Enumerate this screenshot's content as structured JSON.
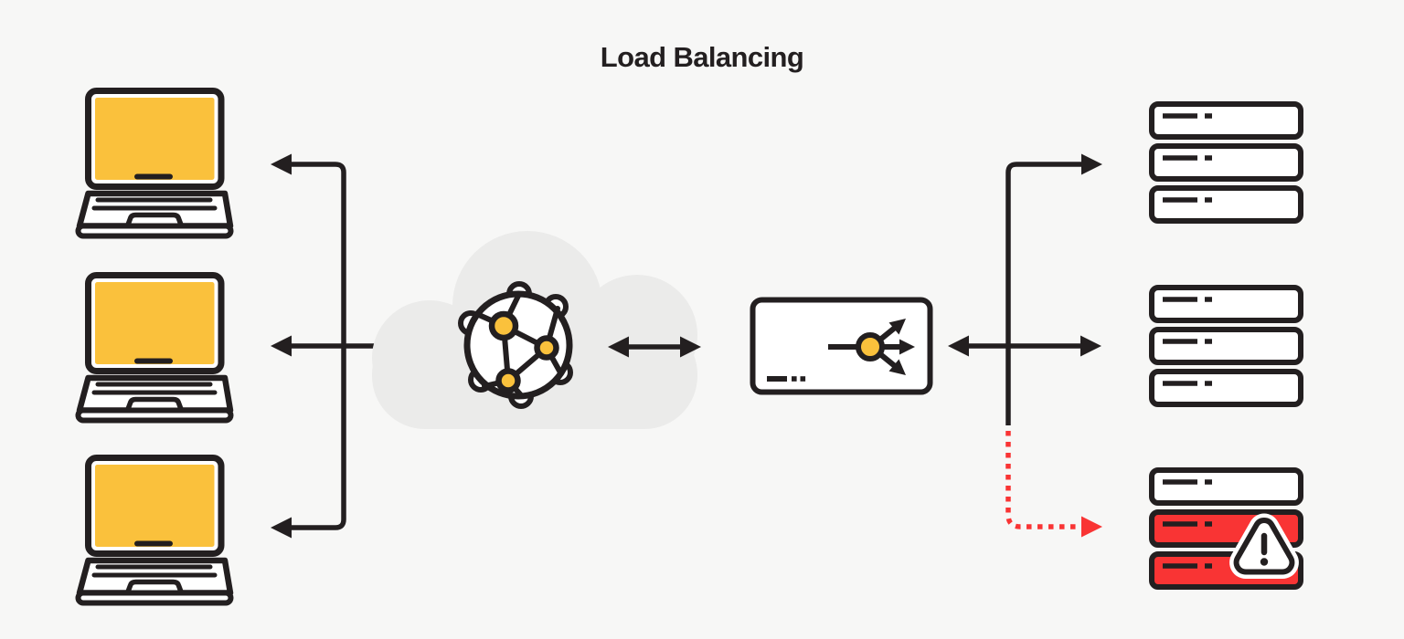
{
  "title": "Load Balancing",
  "colors": {
    "background": "#F7F7F6",
    "outline": "#231F20",
    "accent_yellow": "#FAC13C",
    "alert_red": "#F93434",
    "cloud_gray": "#EBEBEA",
    "white": "#FFFFFF"
  },
  "clients": [
    {
      "icon": "laptop-icon"
    },
    {
      "icon": "laptop-icon"
    },
    {
      "icon": "laptop-icon"
    }
  ],
  "internet": {
    "icon": "globe-network-icon",
    "container": "cloud-shape"
  },
  "load_balancer": {
    "icon": "traffic-distributor-icon"
  },
  "server_stacks": [
    {
      "servers": [
        "ok",
        "ok",
        "ok"
      ]
    },
    {
      "servers": [
        "ok",
        "ok",
        "ok"
      ]
    },
    {
      "servers": [
        "ok",
        "down",
        "down"
      ],
      "warning_icon": "alert-triangle-icon"
    }
  ],
  "flows": [
    {
      "from": "clients",
      "to": "internet",
      "style": "solid",
      "status": "active"
    },
    {
      "from": "internet",
      "to": "load-balancer",
      "style": "solid",
      "status": "active"
    },
    {
      "from": "load-balancer",
      "to": "server-stack-1",
      "style": "solid",
      "status": "active"
    },
    {
      "from": "load-balancer",
      "to": "server-stack-2",
      "style": "solid",
      "status": "active"
    },
    {
      "from": "load-balancer",
      "to": "server-stack-3",
      "style": "dotted",
      "status": "failed"
    }
  ]
}
